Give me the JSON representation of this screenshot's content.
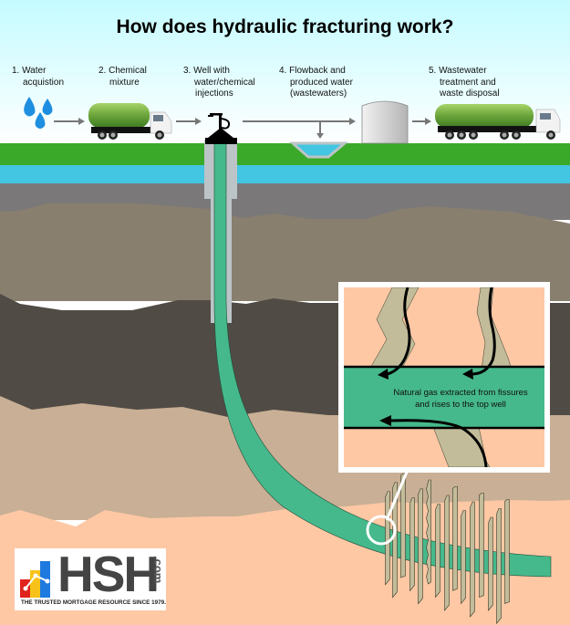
{
  "title": "How does hydraulic fracturing work?",
  "steps": [
    {
      "line1": "1. Water",
      "line2": "acquistion"
    },
    {
      "line1": "2. Chemical",
      "line2": "mixture"
    },
    {
      "line1": "3. Well with",
      "line2": "water/chemical",
      "line3": "injections"
    },
    {
      "line1": "4. Flowback and",
      "line2": "produced water",
      "line3": "(wastewaters)"
    },
    {
      "line1": "5. Wastewater",
      "line2": "treatment and",
      "line3": "waste disposal"
    }
  ],
  "callout": {
    "line1": "Natural gas extracted from fissures",
    "line2": "and rises to the top well"
  },
  "logo": {
    "brand": "HSH",
    "suffix": ".com",
    "tagline": "THE TRUSTED MORTGAGE RESOURCE SINCE 1979."
  },
  "colors": {
    "sky_top": "#c4fbff",
    "grass": "#3aa92a",
    "aquifer": "#43c6e1",
    "rock_gray": "#7a7879",
    "rock_taupe": "#887f6f",
    "rock_dark": "#514b45",
    "rock_tan": "#c8af95",
    "shale": "#fec8a5",
    "pipe": "#45b98b",
    "casing": "#bcc4c7",
    "fissure": "#c2bc9a"
  }
}
